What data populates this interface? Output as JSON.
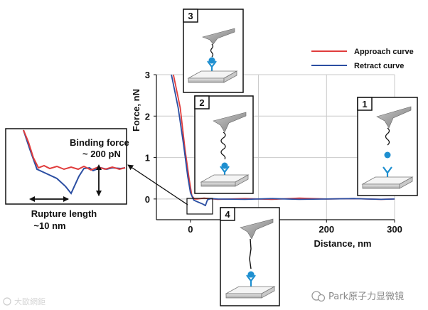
{
  "chart_data": {
    "type": "line",
    "title": "",
    "xlabel": "Distance, nm",
    "ylabel": "Force, nN",
    "xlim": [
      -50,
      300
    ],
    "ylim": [
      -0.5,
      3
    ],
    "x_ticks": [
      0,
      200,
      300
    ],
    "y_ticks": [
      0,
      1,
      2,
      3
    ],
    "grid": true,
    "legend_position": "top-right",
    "colors": {
      "approach": "#e03c3c",
      "retract": "#2b4ea2"
    },
    "series": [
      {
        "name": "Approach curve",
        "x": [
          -25,
          -15,
          -8,
          -2,
          2,
          6,
          10,
          20,
          40,
          80,
          120,
          160,
          200,
          240,
          280,
          300
        ],
        "y": [
          3.0,
          2.2,
          1.2,
          0.5,
          0.08,
          0.0,
          0.0,
          0.02,
          -0.01,
          0.01,
          -0.01,
          0.02,
          0.0,
          0.01,
          -0.01,
          0.0
        ]
      },
      {
        "name": "Retract curve",
        "x": [
          -28,
          -18,
          -10,
          -4,
          0,
          5,
          12,
          18,
          22,
          25,
          30,
          40,
          80,
          120,
          160,
          200,
          240,
          280,
          300
        ],
        "y": [
          3.0,
          2.2,
          1.3,
          0.55,
          0.15,
          -0.03,
          -0.08,
          -0.12,
          -0.16,
          -0.02,
          0.01,
          0.0,
          -0.01,
          0.01,
          -0.01,
          0.0,
          0.01,
          -0.01,
          0.0
        ]
      }
    ],
    "inset": {
      "binding_label": "Binding force",
      "binding_value": "~ 200 pN",
      "rupture_label": "Rupture length",
      "rupture_value": "~10 nm"
    },
    "steps": [
      "1",
      "2",
      "3",
      "4"
    ]
  },
  "watermarks": {
    "left": "大歐網鉅",
    "right": "Park原子力显微镜"
  }
}
